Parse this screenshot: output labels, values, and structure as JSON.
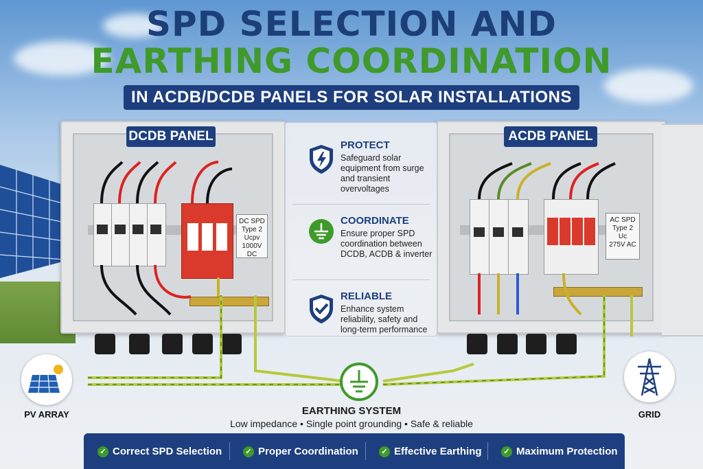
{
  "title": {
    "line1": "SPD SELECTION AND",
    "line2": "EARTHING COORDINATION",
    "subtitle": "IN ACDB/DCDB PANELS FOR SOLAR INSTALLATIONS"
  },
  "dcdb": {
    "label": "DCDB PANEL",
    "spd_tag": [
      "DC SPD",
      "Type 2",
      "Ucpv",
      "1000V DC"
    ]
  },
  "acdb": {
    "label": "ACDB PANEL",
    "spd_tag": [
      "AC SPD",
      "Type 2",
      "Uc",
      "275V AC"
    ]
  },
  "info": [
    {
      "icon": "shield-lightning-icon",
      "title": "PROTECT",
      "text": "Safeguard solar equipment from surge and transient overvoltages"
    },
    {
      "icon": "earth-ground-icon",
      "title": "COORDINATE",
      "text": "Ensure proper SPD coordination between DCDB, ACDB & inverter"
    },
    {
      "icon": "shield-check-icon",
      "title": "RELIABLE",
      "text": "Enhance system reliability, safety and long-term performance"
    }
  ],
  "earthing": {
    "title": "EARTHING SYSTEM",
    "subtitle": "Low impedance • Single point grounding • Safe & reliable"
  },
  "pv_array": {
    "label": "PV ARRAY",
    "icon": "solar-panel-icon"
  },
  "grid": {
    "label": "GRID",
    "icon": "transmission-tower-icon"
  },
  "features": [
    "Correct SPD Selection",
    "Proper Coordination",
    "Effective Earthing",
    "Maximum Protection"
  ],
  "colors": {
    "navy": "#1d3f7f",
    "green": "#3f9a2a",
    "spd_red": "#d93a2b",
    "earth_wire": "#b6c93a"
  }
}
